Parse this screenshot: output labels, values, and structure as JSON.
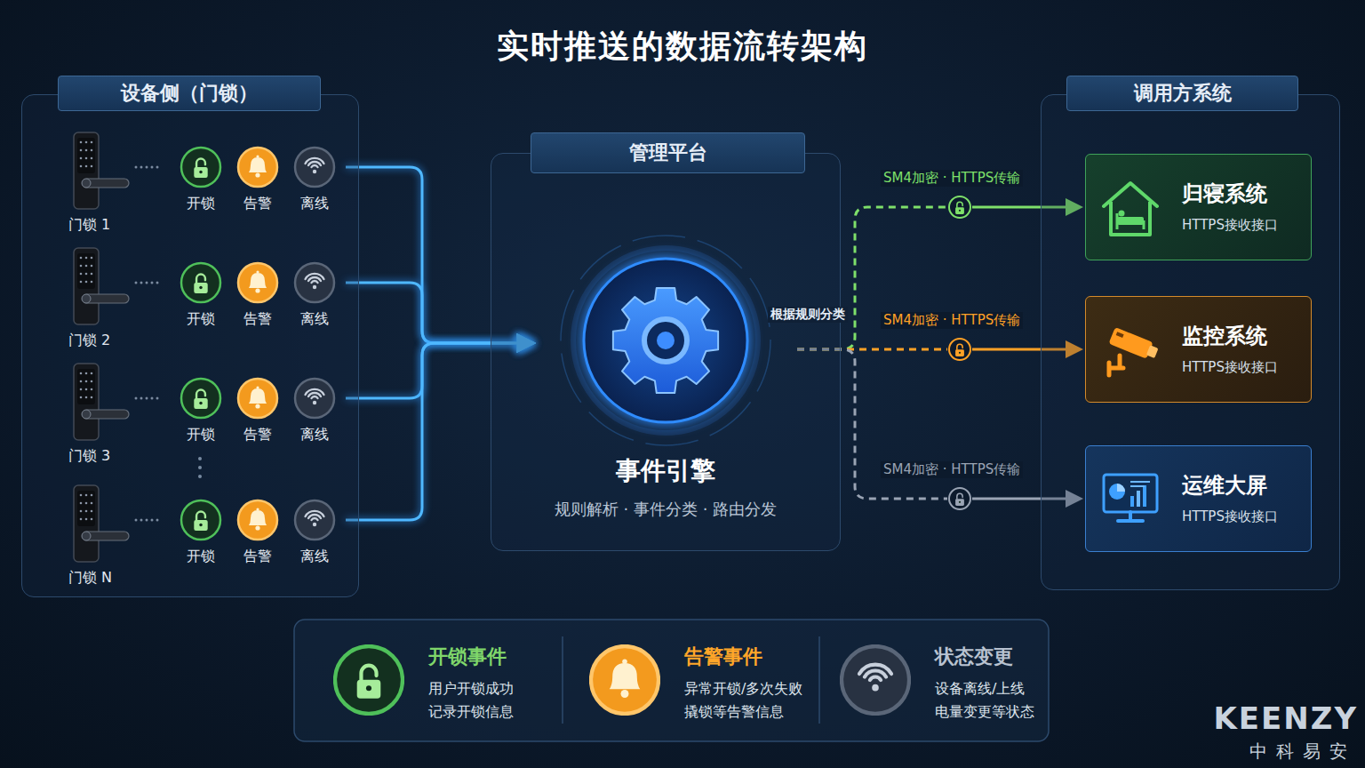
{
  "diagram": {
    "title": "实时推送的数据流转架构",
    "nodes": [
      {
        "text": [
          "设备侧（门锁）"
        ]
      },
      {
        "text": [
          "门锁 1",
          "开锁",
          "告警",
          "离线"
        ],
        "in": 0
      },
      {
        "text": [
          "门锁 2",
          "开锁",
          "告警",
          "离线"
        ],
        "in": 0
      },
      {
        "text": [
          "门锁 3",
          "开锁",
          "告警",
          "离线"
        ],
        "in": 0
      },
      {
        "text": [
          "门锁 N",
          "开锁",
          "告警",
          "离线"
        ],
        "in": 0
      },
      {
        "text": [
          "管理平台"
        ]
      },
      {
        "text": [
          "事件引擎",
          "规则解析 · 事件分类 · 路由分发"
        ],
        "in": 5
      },
      {
        "text": [
          "调用方系统"
        ]
      },
      {
        "text": [
          "归寝系统",
          "HTTPS接收接口"
        ],
        "in": 7
      },
      {
        "text": [
          "监控系统",
          "HTTPS接收接口"
        ],
        "in": 7
      },
      {
        "text": [
          "运维大屏",
          "HTTPS接收接口"
        ],
        "in": 7
      },
      {
        "text": [
          "开锁事件",
          "用户开锁成功 记录开锁信息"
        ]
      },
      {
        "text": [
          "告警事件",
          "异常开锁/多次失败 撬锁等告警信息"
        ]
      },
      {
        "text": [
          "状态变更",
          "设备离线/上线 电量变更等状态"
        ]
      }
    ],
    "edges": [
      {
        "from": 1,
        "to": 6,
        "arrow": "to"
      },
      {
        "from": 2,
        "to": 6,
        "arrow": "to"
      },
      {
        "from": 3,
        "to": 6,
        "arrow": "to"
      },
      {
        "from": 4,
        "to": 6,
        "arrow": "to"
      },
      {
        "from": 6,
        "to": 8,
        "label": "SM4加密 · HTTPS传输",
        "arrow": "to"
      },
      {
        "from": 6,
        "to": 9,
        "label": "SM4加密 · HTTPS传输",
        "arrow": "to"
      },
      {
        "from": 6,
        "to": 10,
        "label": "SM4加密 · HTTPS传输",
        "arrow": "to"
      }
    ],
    "labels": [
      "根据规则分类",
      "KEENZY",
      "中科易安"
    ]
  }
}
